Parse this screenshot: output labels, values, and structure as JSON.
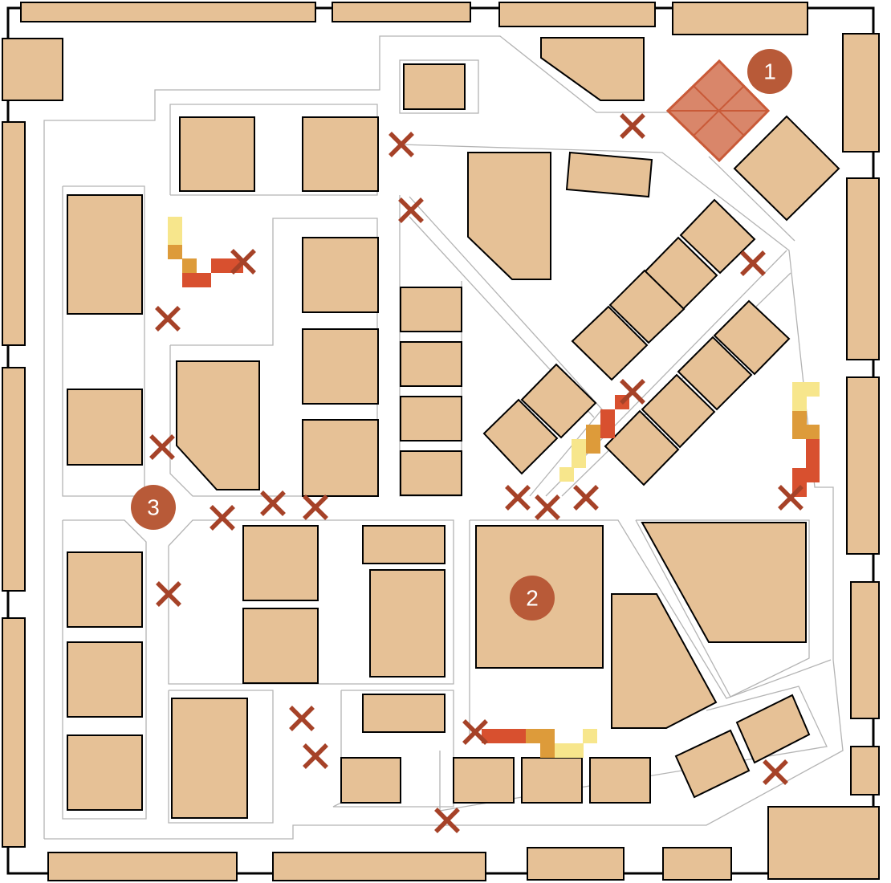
{
  "map": {
    "colors": {
      "building": "#e6c196",
      "outline": "#000000",
      "walkway": "#b4b4b4",
      "x_marker": "#a64228",
      "numbered_marker": "#b85a38",
      "highlight_fill": "#d9866a",
      "highlight_stroke": "#c95a38",
      "trail_yellow": "#f7e68c",
      "trail_orange": "#dd9b3a",
      "trail_red": "#d8502f"
    },
    "markers": [
      {
        "id": "1",
        "label": "1"
      },
      {
        "id": "2",
        "label": "2"
      },
      {
        "id": "3",
        "label": "3"
      }
    ],
    "x_marker_icon": "cross-icon"
  }
}
